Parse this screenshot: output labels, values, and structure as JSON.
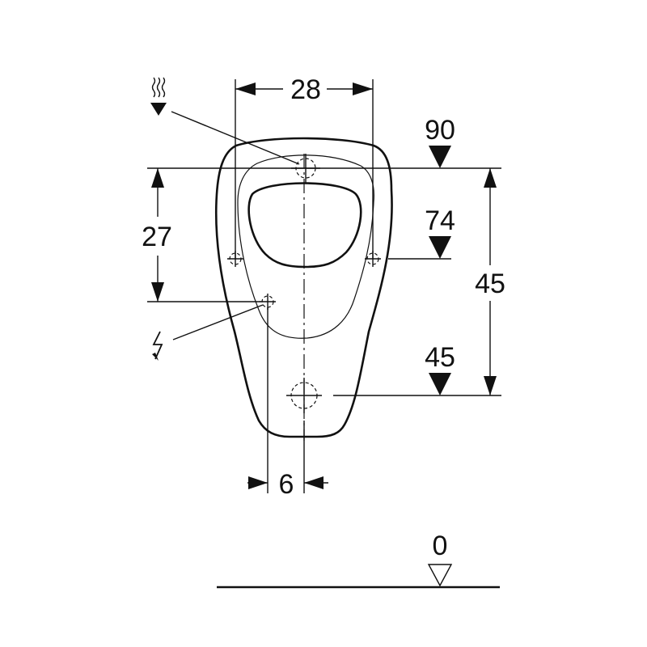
{
  "dimensions": {
    "width_top": "28",
    "height_left": "27",
    "height_right": "45",
    "offset_bottom": "6"
  },
  "levels": {
    "top_inlet": "90",
    "fixing": "74",
    "outlet": "45",
    "floor": "0"
  },
  "icons": {
    "water_supply": "water-supply-icon",
    "electrical": "electrical-connection-icon"
  },
  "colors": {
    "line": "#111111",
    "background": "#ffffff"
  }
}
